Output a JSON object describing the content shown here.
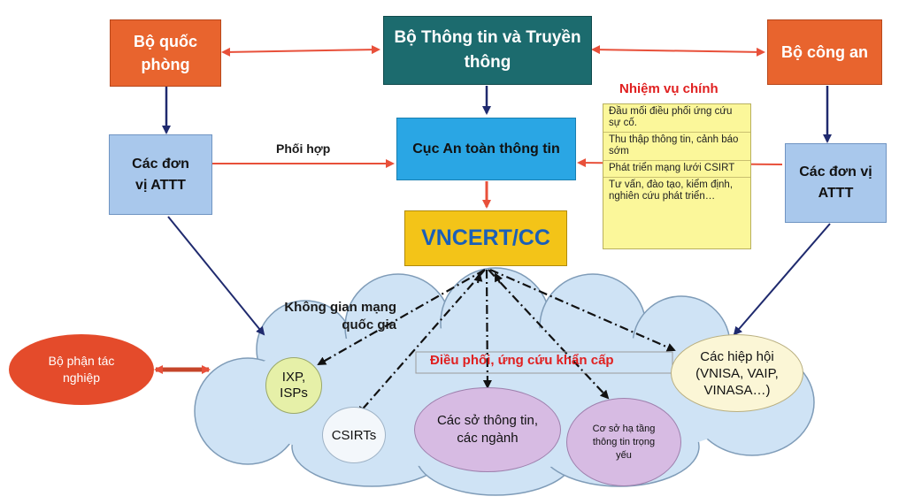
{
  "nodes": {
    "ministry_info_comm": "Bộ Thông tin và Truyền thông",
    "ministry_defense": "Bộ quốc phòng",
    "ministry_police": "Bộ công an",
    "info_security_dept": "Cục An toàn thông tin",
    "vncert": "VNCERT/CC",
    "attt_units_left": "Các đơn vị ATTT",
    "attt_units_right": "Các đơn vị ATTT",
    "operations_unit": "Bộ phận tác nghiệp",
    "ixp_isps": "IXP, ISPs",
    "csirts": "CSIRTs",
    "info_departments": "Các sở thông tin, các ngành",
    "critical_infra": "Cơ sở hạ tầng thông tin trọng yếu",
    "associations": "Các hiệp hội (VNISA, VAIP, VINASA…)"
  },
  "labels": {
    "coordination": "Phối hợp",
    "main_tasks_title": "Nhiệm vụ chính",
    "national_cyberspace": "Không gian mạng quốc gia",
    "emergency_response": "Điều phối, ứng cứu khẩn cấp"
  },
  "main_tasks": [
    "Đầu mối điều phối ứng cứu sự cố.",
    "Thu thập thông tin, cảnh báo sớm",
    "Phát triển mạng lưới CSIRT",
    "Tư vấn, đào tạo, kiểm định, nghiên cứu phát triển…"
  ],
  "colors": {
    "orange": "#e8642e",
    "teal": "#1c6b6e",
    "light_blue": "#a9c8ec",
    "cyan": "#2aa6e4",
    "yellow": "#f3c418",
    "task_yellow": "#fbf79a",
    "cloud": "#cfe3f5",
    "red_text": "#e02020",
    "navy_arrow": "#1f2a6e",
    "red_arrow": "#e8503a"
  }
}
